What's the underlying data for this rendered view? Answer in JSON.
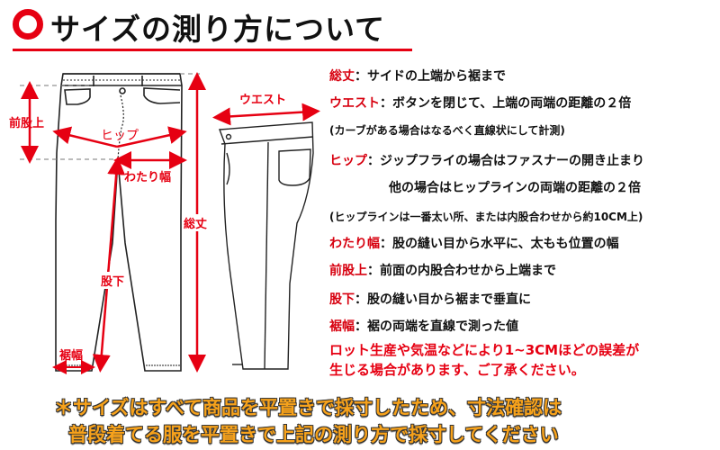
{
  "header": {
    "title": "サイズの測り方について",
    "accent_color": "#e60012"
  },
  "diagram": {
    "front_view_labels": {
      "front_rise": "前股上",
      "hip": "ヒップ",
      "thigh_width": "わたり幅",
      "total_length": "総丈",
      "inseam": "股下",
      "hem_width": "裾幅"
    },
    "side_view_labels": {
      "waist": "ウエスト"
    }
  },
  "definitions": [
    {
      "key": "総丈",
      "text": "：サイドの上端から裾まで"
    },
    {
      "key": "ウエスト",
      "text": "：ボタンを閉じて、上端の両端の距離の２倍"
    },
    {
      "key": "",
      "text": "(カーブがある場合はなるべく直線状にして計測)"
    },
    {
      "key": "ヒップ",
      "text": "：ジップフライの場合はファスナーの開き止まり"
    },
    {
      "key": "",
      "text": "他の場合はヒップラインの両端の距離の２倍"
    },
    {
      "key": "",
      "text": "(ヒップラインは一番太い所、または内股合わせから約10CM上)"
    },
    {
      "key": "わたり幅",
      "text": "：股の縫い目から水平に、太もも位置の幅"
    },
    {
      "key": "前股上",
      "text": "：前面の内股合わせから上端まで"
    },
    {
      "key": "股下",
      "text": "：股の縫い目から裾まで垂直に"
    },
    {
      "key": "裾幅",
      "text": "：裾の両端を直線で測った値"
    }
  ],
  "warning": {
    "line1": "ロット生産や気温などにより1~3CMほどの誤差が",
    "line2": "生じる場合があります、ご了承ください。"
  },
  "footer": {
    "line1": "＊サイズはすべて商品を平置きで採寸したため、寸法確認は",
    "line2": "普段着てる服を平置きで上記の測り方で採寸してください"
  }
}
